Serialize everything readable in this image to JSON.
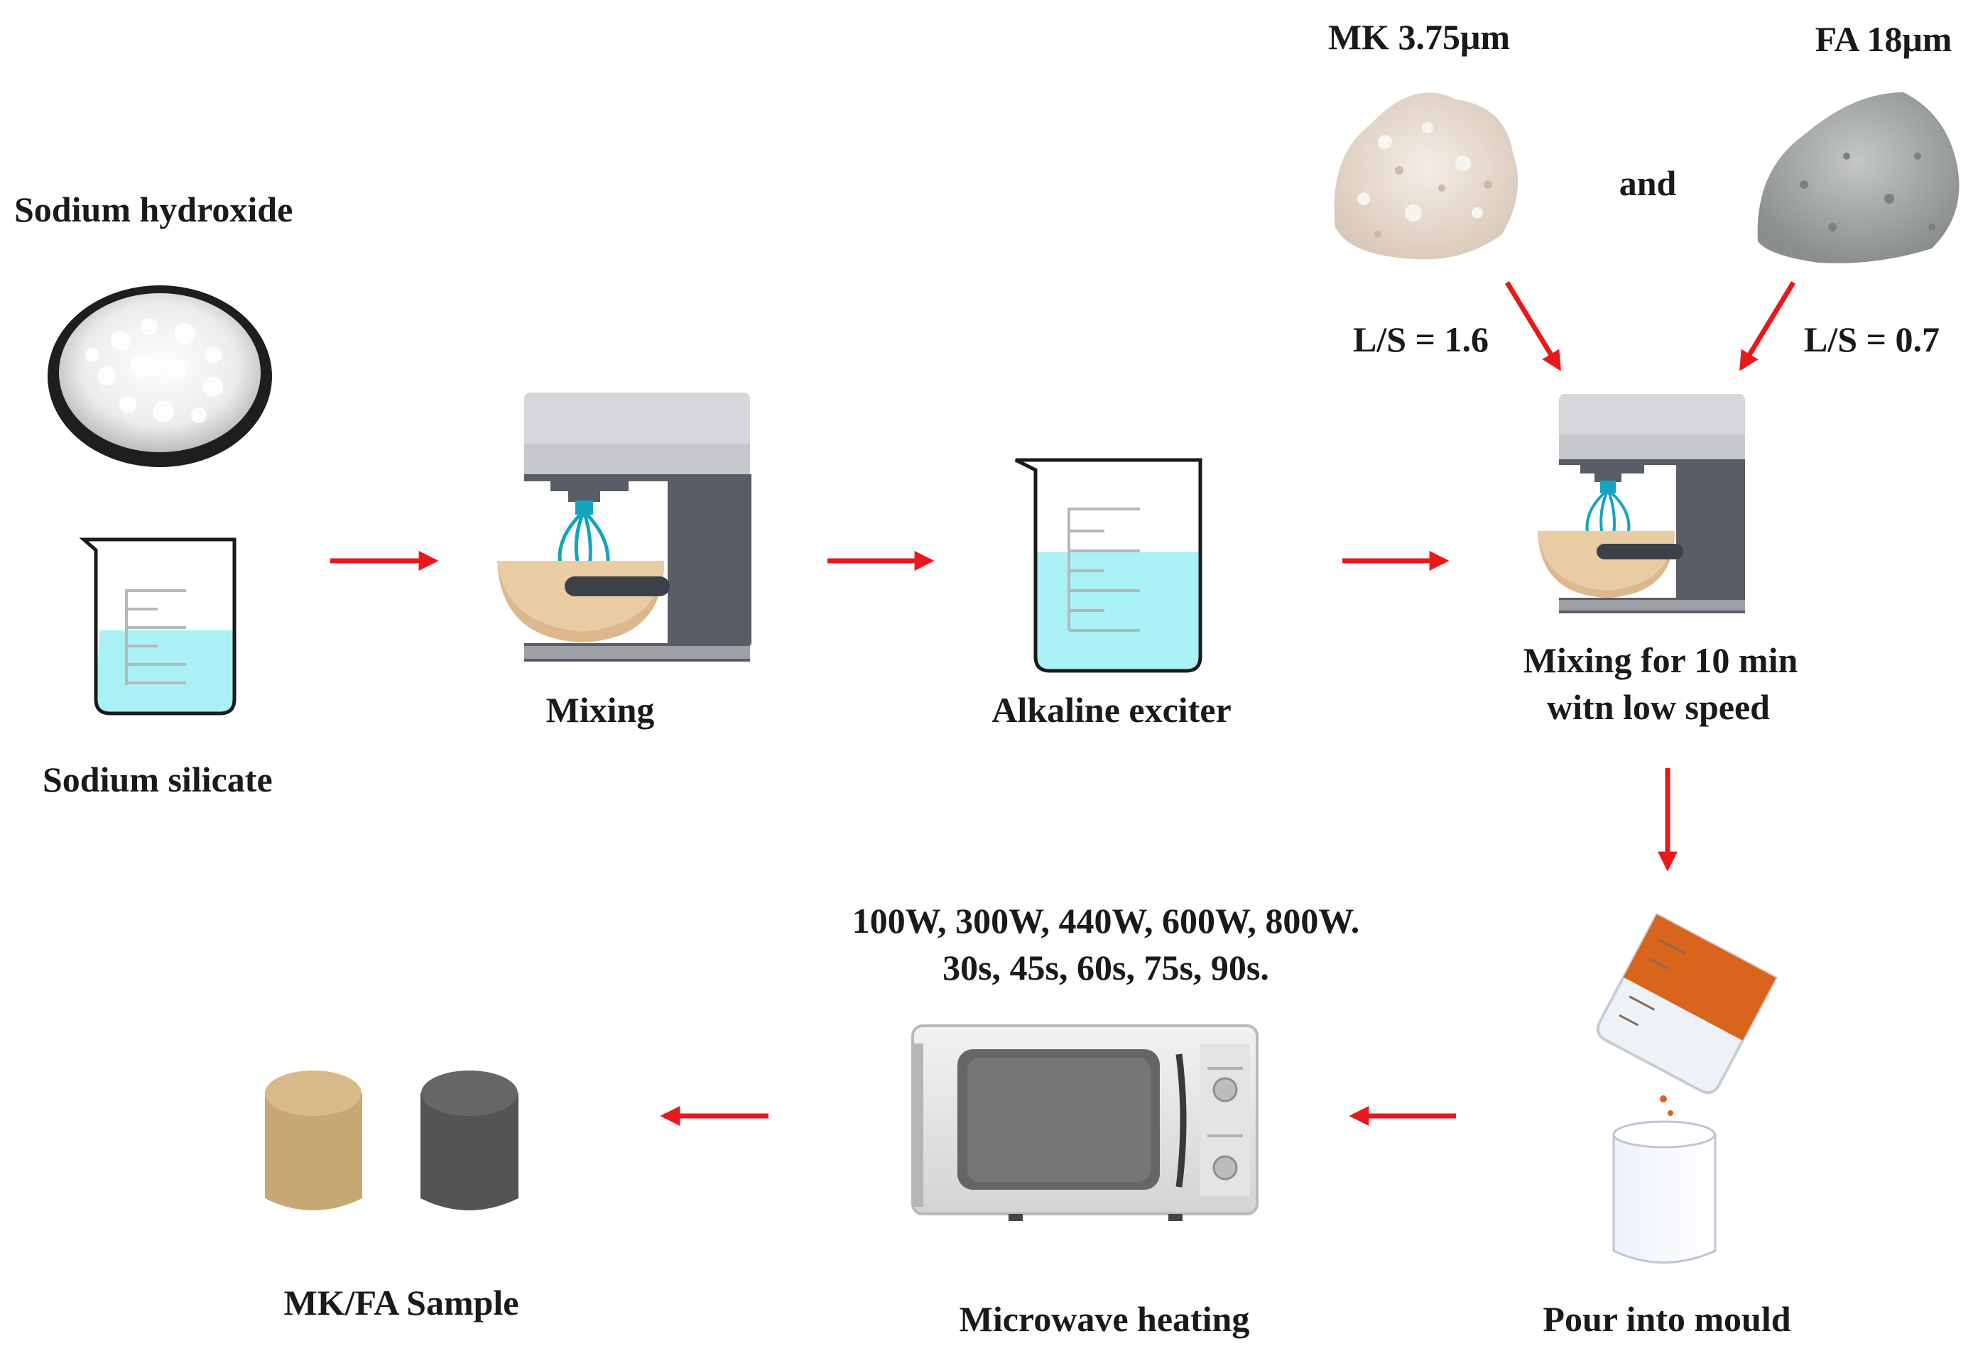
{
  "labels": {
    "sodium_hydroxide": "Sodium hydroxide",
    "sodium_silicate": "Sodium silicate",
    "mixing": "Mixing",
    "alkaline_exciter": "Alkaline exciter",
    "mk": "MK 3.75μm",
    "fa": "FA 18μm",
    "and": "and",
    "ls_mk": "L/S = 1.6",
    "ls_fa": "L/S = 0.7",
    "mixing_low_line1": "Mixing for 10 min",
    "mixing_low_line2": "witn low speed",
    "pour": "Pour into mould",
    "power": "100W, 300W, 440W, 600W, 800W.",
    "time": "30s, 45s, 60s, 75s, 90s.",
    "microwave": "Microwave heating",
    "sample": "MK/FA Sample"
  },
  "colors": {
    "arrow": "#e8181b",
    "liquid": "#a9f1f5",
    "mixer_gray": "#585d66",
    "mixer_light": "#d6d7da",
    "bowl": "#ddb88c",
    "mk_powder": "#eae0d6",
    "fa_powder": "#a4a7a6",
    "mk_sample": "#c9a772",
    "fa_sample": "#545454",
    "pour_orange": "#d9641b"
  }
}
